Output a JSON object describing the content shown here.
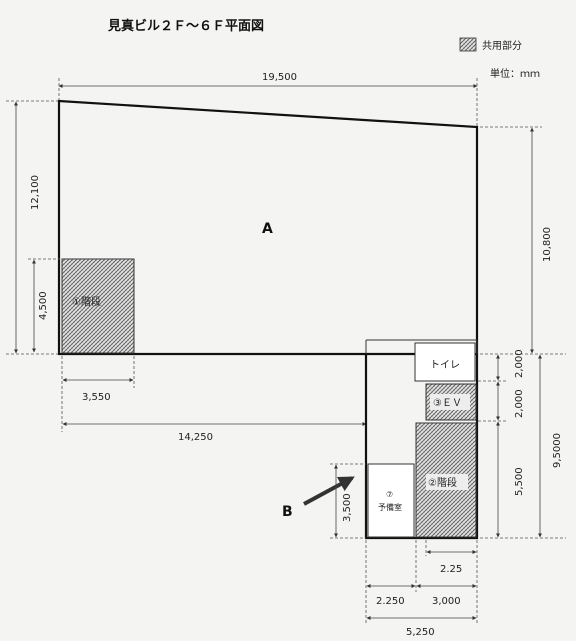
{
  "title": "見真ビル２Ｆ～６Ｆ平面図",
  "legend": {
    "label": "共用部分",
    "unit": "単位：ｍｍ"
  },
  "areas": {
    "a": "A",
    "b": "B"
  },
  "rooms": {
    "stair1": "①階段",
    "toilet": "トイレ",
    "ev": "③ＥＶ",
    "stair2": "②階段",
    "prep_num": "⑦",
    "prep": "予備室"
  },
  "dims": {
    "top_width": "19,500",
    "left_height": "12,100",
    "stair1_height": "4,500",
    "stair1_width": "3,550",
    "main_depth": "14,250",
    "right_upper": "10,800",
    "right_total": "9,5000",
    "toilet_h": "2,000",
    "ev_h": "2,000",
    "stair2_h": "5,500",
    "prep_h": "3,500",
    "stair2_w": "2.25",
    "prep_w": "2.250",
    "stair_w": "3,000",
    "core_w": "5,250"
  },
  "colors": {
    "line": "#111111",
    "hatch": "#555555",
    "paper": "#f4f4f2"
  }
}
